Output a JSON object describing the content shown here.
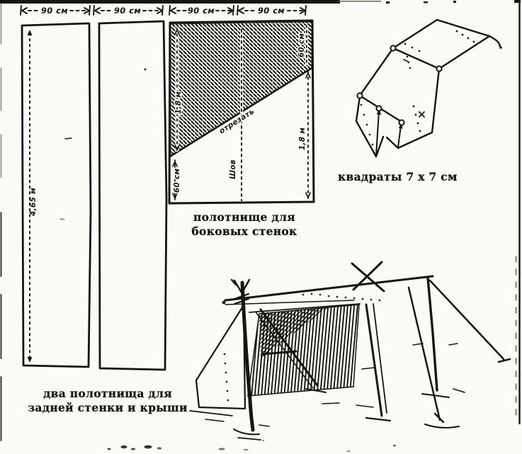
{
  "figure": {
    "paper_color": "#fbfaf6",
    "ink_color": "#17150f",
    "dimension_labels": [
      "90 см",
      "90 см",
      "90 см",
      "90 см"
    ],
    "long_panels": {
      "length_label": "4,65 м",
      "caption": [
        "два полотнища для",
        "задней стенки и крыши"
      ]
    },
    "side_panel": {
      "caption": [
        "полотнище для",
        "боковых стенок"
      ],
      "left_height_label": "1,8 м",
      "left_bottom_label": "60 см",
      "right_top_label": "60 см",
      "right_height_label": "1,8 м",
      "seam_label": "Шов",
      "cut_label": "отрезать"
    },
    "folded_view_caption": "квадраты 7 х 7 см"
  }
}
